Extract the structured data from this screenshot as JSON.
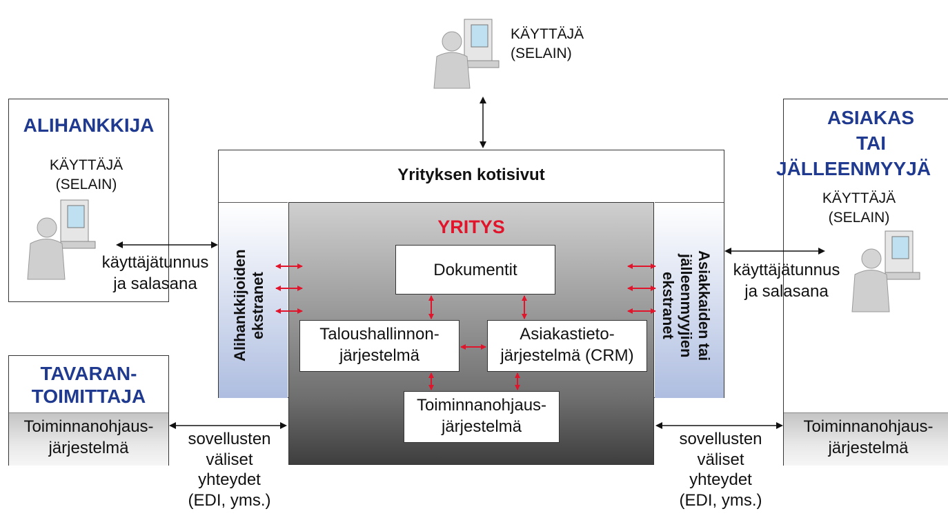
{
  "top_user": {
    "line1": "KÄYTTÄJÄ",
    "line2": "(SELAIN)"
  },
  "homepage": {
    "label": "Yrityksen kotisivut"
  },
  "company": {
    "title": "YRITYS"
  },
  "left_extranet": {
    "line1": "Alihankkijoiden",
    "line2": "ekstranet"
  },
  "right_extranet": {
    "line1": "Asiakkaiden tai",
    "line2": "jälleenmyyjien",
    "line3": "ekstranet"
  },
  "systems": {
    "documents": "Dokumentit",
    "finance_line1": "Taloushallinnon-",
    "finance_line2": "järjestelmä",
    "crm_line1": "Asiakastieto-",
    "crm_line2": "järjestelmä (CRM)",
    "erp_line1": "Toiminnanohjaus-",
    "erp_line2": "järjestelmä"
  },
  "subcontractor": {
    "title": "ALIHANKKIJA",
    "user_line1": "KÄYTTÄJÄ",
    "user_line2": "(SELAIN)"
  },
  "customer": {
    "title_line1": "ASIAKAS",
    "title_line2": "TAI",
    "title_line3": "JÄLLEENMYYJÄ",
    "user_line1": "KÄYTTÄJÄ",
    "user_line2": "(SELAIN)"
  },
  "supplier": {
    "title_line1": "TAVARAN-",
    "title_line2": "TOIMITTAJA",
    "erp_line1": "Toiminnanohjaus-",
    "erp_line2": "järjestelmä"
  },
  "customer_erp": {
    "line1": "Toiminnanohjaus-",
    "line2": "järjestelmä"
  },
  "left_login": {
    "line1": "käyttäjätunnus",
    "line2": "ja salasana"
  },
  "right_login": {
    "line1": "käyttäjätunnus",
    "line2": "ja salasana"
  },
  "left_edi": {
    "line1": "sovellusten",
    "line2": "väliset",
    "line3": "yhteydet",
    "line4": "(EDI, yms.)"
  },
  "right_edi": {
    "line1": "sovellusten",
    "line2": "väliset",
    "line3": "yhteydet",
    "line4": "(EDI, yms.)"
  },
  "colors": {
    "title_blue": "#1f3a8f",
    "company_red": "#e0142a",
    "arrow_red": "#e0142a",
    "extranet_blue": "#aab8dc"
  }
}
